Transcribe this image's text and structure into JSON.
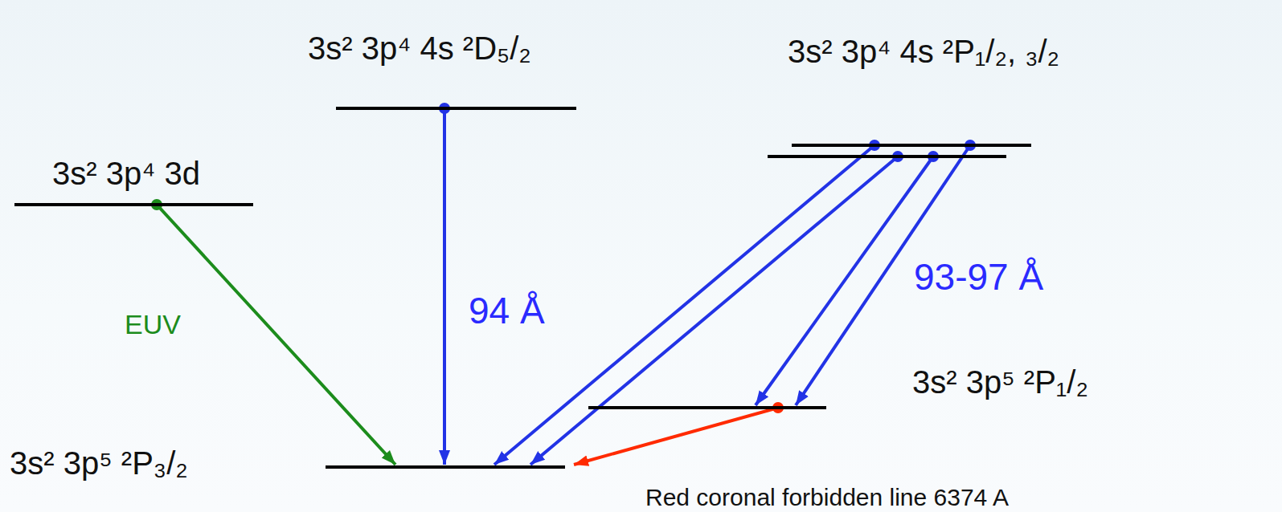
{
  "diagram": {
    "nodes": [
      {
        "text": [
          "3s² 3p⁴ 3d"
        ]
      },
      {
        "text": [
          "3s² 3p⁴ 4s ²D₅/₂"
        ]
      },
      {
        "text": [
          "3s² 3p⁴ 4s ²P₁/₂, ₃/₂"
        ]
      },
      {
        "text": [
          "3s² 3p⁵ ²P₁/₂"
        ]
      },
      {
        "text": [
          "3s² 3p⁵ ²P₃/₂"
        ]
      }
    ],
    "edges": [
      {
        "from": 0,
        "to": 4,
        "arrow": "to",
        "label": "EUV"
      },
      {
        "from": 1,
        "to": 4,
        "arrow": "to",
        "label": "94 Å"
      },
      {
        "from": 2,
        "to": 4,
        "arrow": "to"
      },
      {
        "from": 2,
        "to": 4,
        "arrow": "to"
      },
      {
        "from": 2,
        "to": 3,
        "arrow": "to"
      },
      {
        "from": 2,
        "to": 3,
        "arrow": "to"
      },
      {
        "from": 3,
        "to": 4,
        "arrow": "to"
      }
    ],
    "labels": [
      "93-97 Å",
      "Red coronal forbidden line 6374 A"
    ]
  }
}
